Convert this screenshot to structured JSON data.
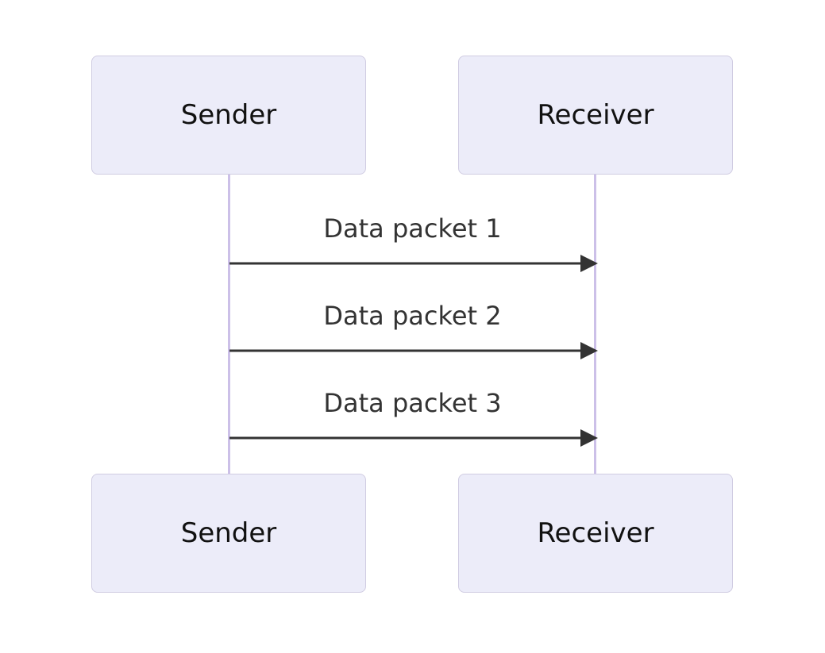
{
  "diagram": {
    "type": "sequence-diagram",
    "actors": [
      {
        "id": "sender",
        "label": "Sender"
      },
      {
        "id": "receiver",
        "label": "Receiver"
      }
    ],
    "messages": [
      {
        "from": "Sender",
        "to": "Receiver",
        "label": "Data packet 1",
        "arrow_style": "solid-filled-head"
      },
      {
        "from": "Sender",
        "to": "Receiver",
        "label": "Data packet 2",
        "arrow_style": "solid-filled-head"
      },
      {
        "from": "Sender",
        "to": "Receiver",
        "label": "Data packet 3",
        "arrow_style": "solid-filled-head"
      }
    ],
    "colors": {
      "background": "#ffffff",
      "actor_fill": "#ECECF9",
      "actor_border": "#D0CCE2",
      "actor_text": "#111111",
      "lifeline": "#CCC0E8",
      "arrow": "#333333",
      "message_text": "#333333"
    }
  }
}
